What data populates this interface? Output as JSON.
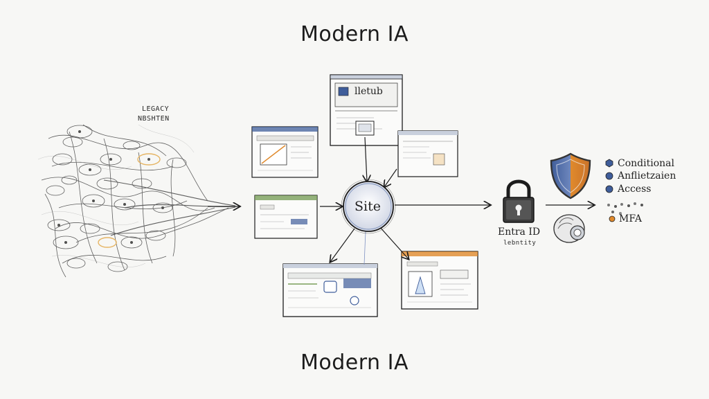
{
  "titles": {
    "top": "Modern IA",
    "bottom": "Modern IA"
  },
  "legacy": {
    "line1": "LEGACY",
    "line2": "NBSHTEN"
  },
  "hub": {
    "label": "Site"
  },
  "top_card": {
    "label": "lletub"
  },
  "identity": {
    "line1": "Entra ID",
    "line2": "lebntity"
  },
  "policies": {
    "conditional": "Conditional",
    "authentication": "Anflietzaien",
    "access": "Access",
    "mfa": "MFA"
  },
  "colors": {
    "ink": "#1c1c1c",
    "hub_fill": "#d9dde8",
    "accent_blue": "#3f5d9a",
    "accent_orange": "#e08a2c",
    "accent_green": "#7ba05b",
    "legacy_node_orange": "#e3a94a"
  },
  "icons": [
    "lock-icon",
    "shield-icon",
    "fingerprint-icon",
    "policy-bullet-icon"
  ]
}
